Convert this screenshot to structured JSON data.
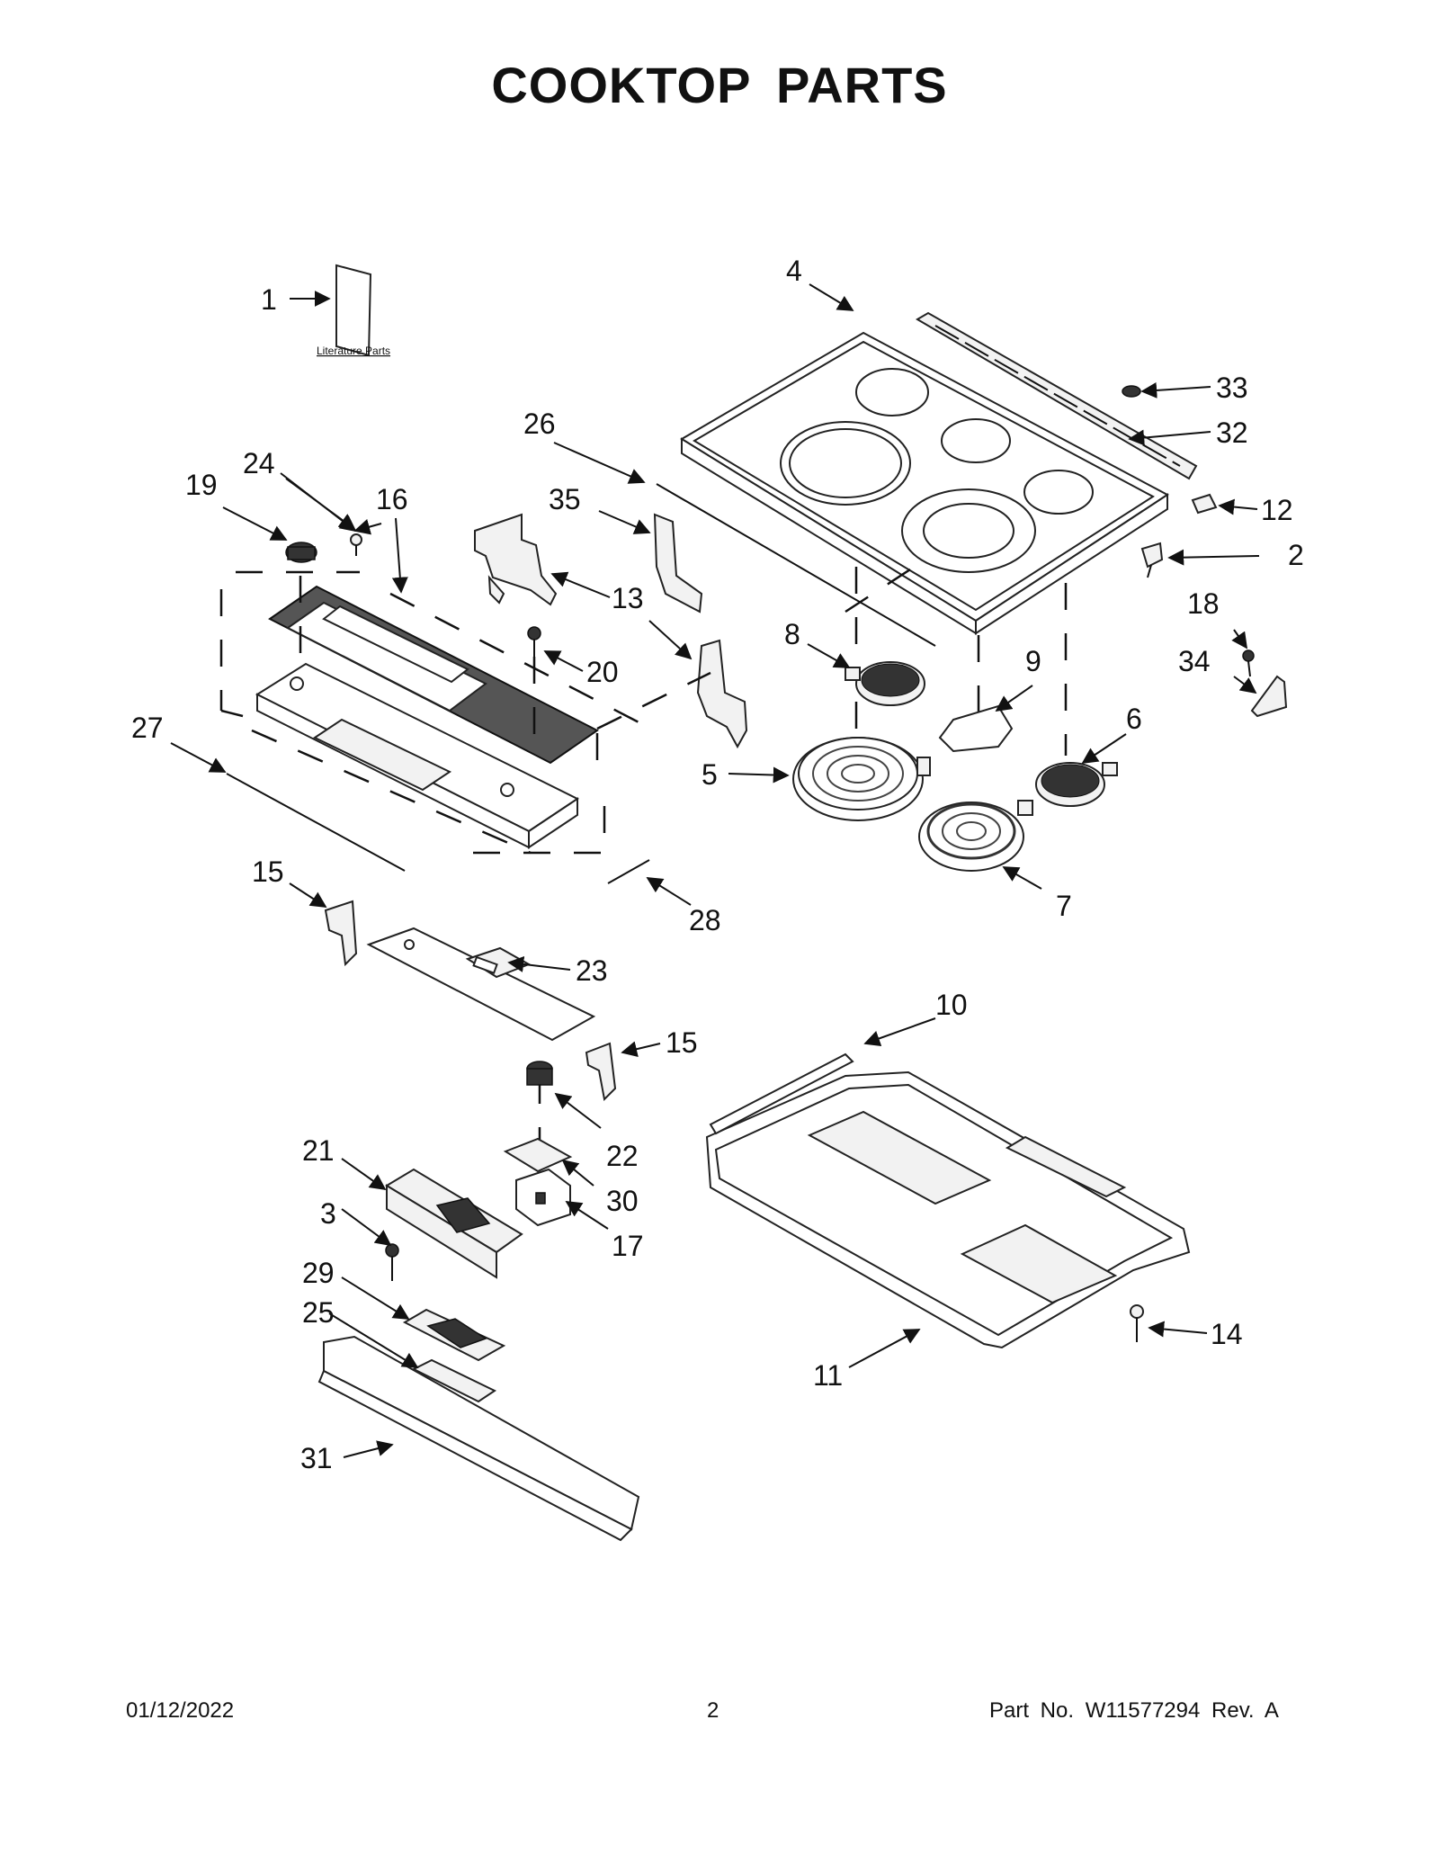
{
  "page": {
    "title": "COOKTOP PARTS",
    "literature_label": "Literature Parts",
    "footer": {
      "date": "01/12/2022",
      "page_number": "2",
      "part_number": "Part No.  W11577294  Rev.  A"
    }
  },
  "callouts": {
    "c1": "1",
    "c2": "2",
    "c3": "3",
    "c4": "4",
    "c5": "5",
    "c6": "6",
    "c7": "7",
    "c8": "8",
    "c9": "9",
    "c10": "10",
    "c11": "11",
    "c12": "12",
    "c13": "13",
    "c14": "14",
    "c15": "15",
    "c16": "16",
    "c17": "17",
    "c18": "18",
    "c19": "19",
    "c20": "20",
    "c21": "21",
    "c22": "22",
    "c23": "23",
    "c24": "24",
    "c25": "25",
    "c26": "26",
    "c27": "27",
    "c28": "28",
    "c29": "29",
    "c30": "30",
    "c31": "31",
    "c32": "32",
    "c33": "33",
    "c34": "34",
    "c35": "35"
  }
}
